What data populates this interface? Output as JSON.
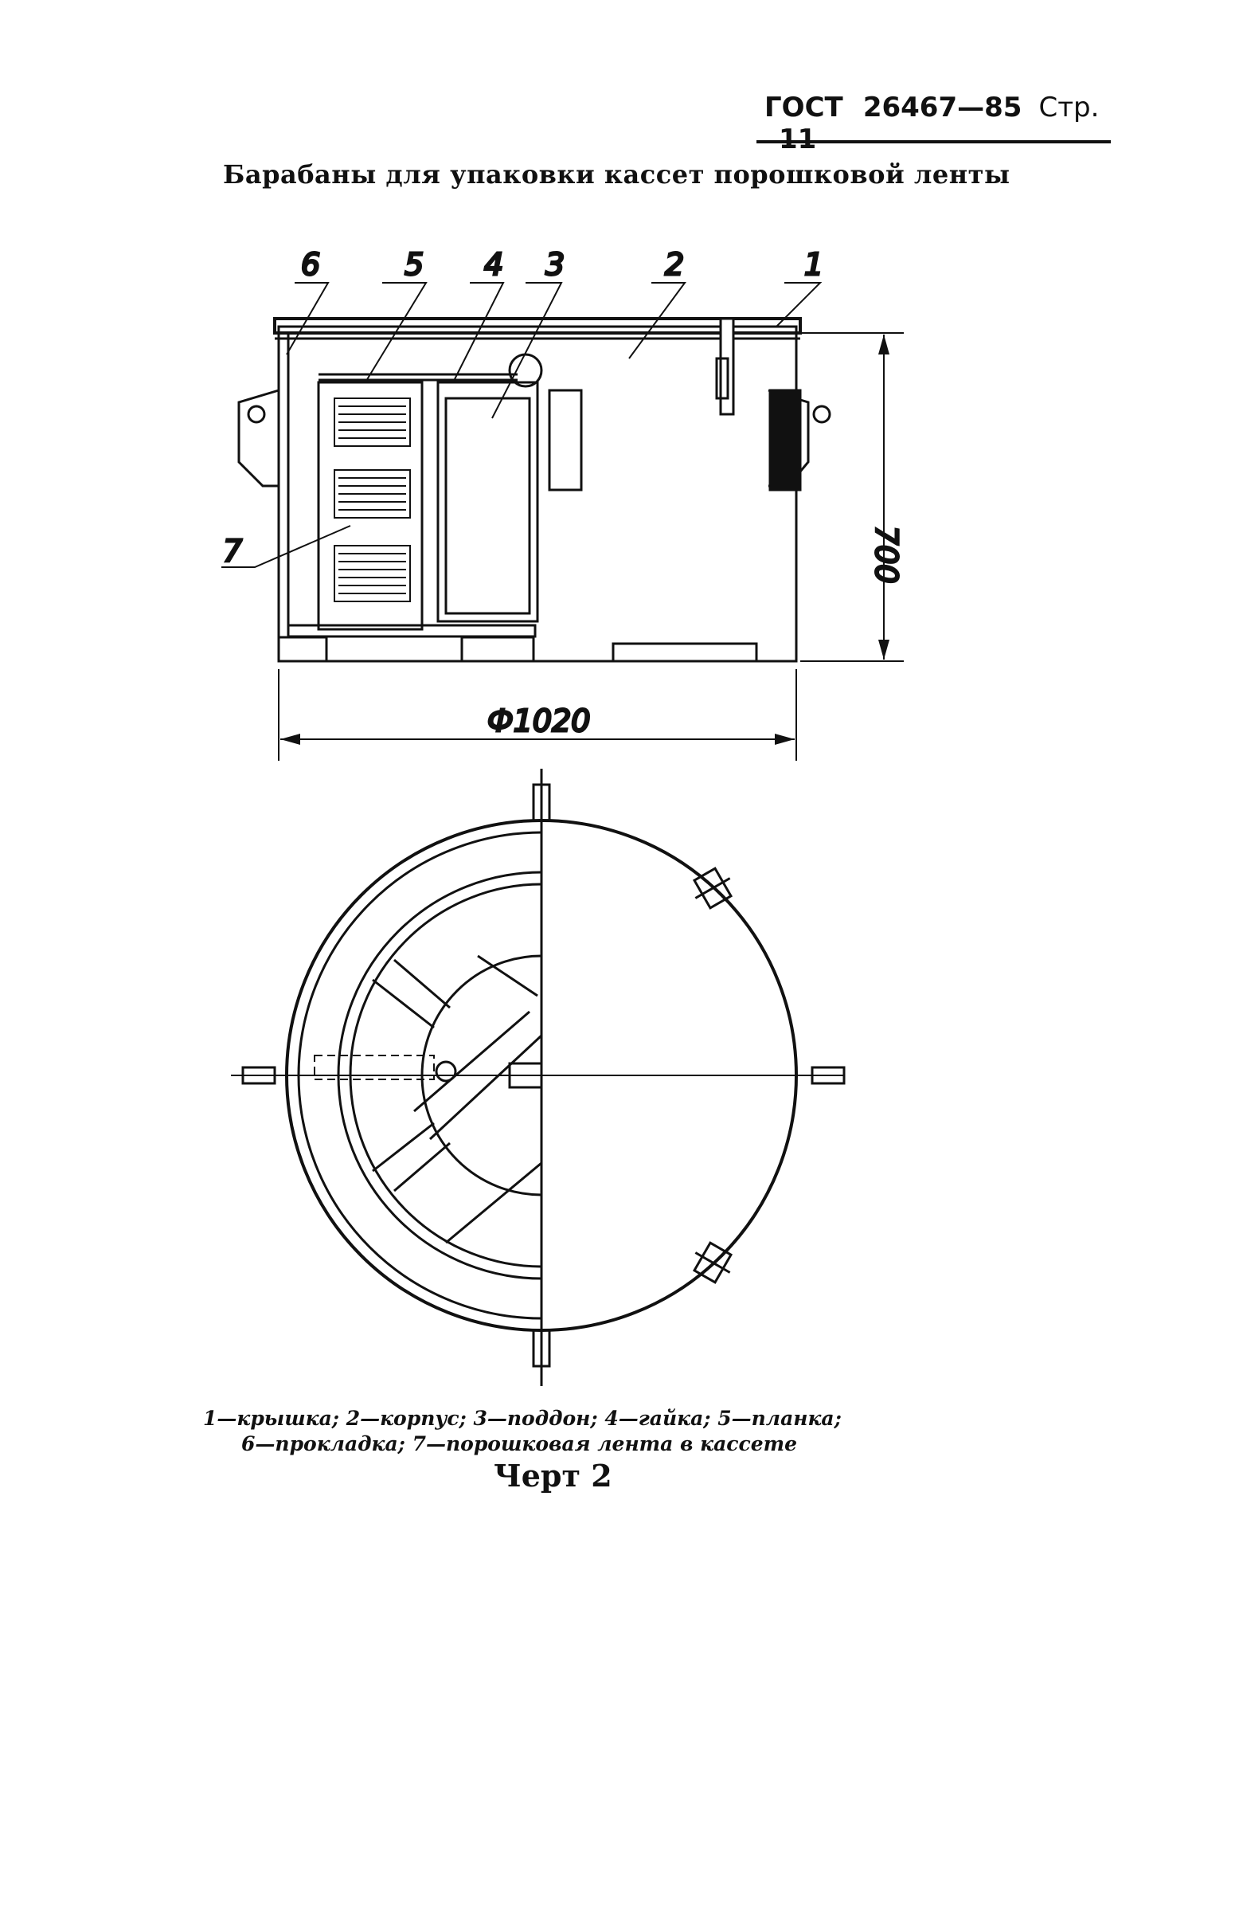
{
  "header": {
    "standard": "ГОСТ",
    "number": "26467—85",
    "page_label": "Стр.",
    "page_number": "11"
  },
  "title": "Барабаны для упаковки кассет порошковой ленты",
  "drawing": {
    "part_labels": [
      "6",
      "5",
      "4",
      "3",
      "2",
      "1",
      "7"
    ],
    "dimension_height": "700",
    "dimension_diameter": "Ф1020"
  },
  "caption": {
    "line1": "1—крышка; 2—корпус; 3—поддон; 4—гайка; 5—планка;",
    "line2": "6—прокладка; 7—порошковая лента в кассете"
  },
  "figure_label": "Черт 2"
}
